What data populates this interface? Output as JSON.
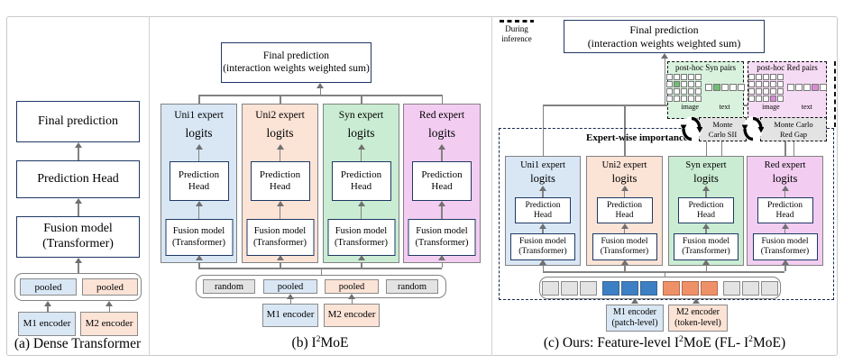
{
  "colors": {
    "navy_border": "#1f3864",
    "gray_line": "#828282",
    "blue_fill": "#d9e7f5",
    "orange_fill": "#fbe3d6",
    "green_fill": "#c9ecd2",
    "pink_fill": "#f2cdf1",
    "gray_fill": "#e3e3e3",
    "token_blue": "#3c7fc4",
    "token_orange": "#ef9168",
    "syn_highlight": "#6fbf73",
    "red_highlight": "#da8bd6"
  },
  "figure": {
    "panel_a": {
      "caption": "(a) Dense Transformer",
      "final_prediction_label": "Final prediction",
      "prediction_head_label": "Prediction Head",
      "fusion_line1": "Fusion model",
      "fusion_line2": "(Transformer)",
      "pooled_labels": [
        "pooled",
        "pooled"
      ],
      "encoder_labels": [
        "M1 encoder",
        "M2 encoder"
      ]
    },
    "panel_b": {
      "caption_parts": {
        "p1": "(b) I",
        "sup1": "2",
        "p2": "MoE"
      },
      "final_line1": "Final prediction",
      "final_line2": "(interaction weights weighted sum)",
      "experts": [
        {
          "name": "Uni1 expert",
          "logits": "logits",
          "ph1": "Prediction",
          "ph2": "Head",
          "fu1": "Fusion model",
          "fu2": "(Transformer)"
        },
        {
          "name": "Uni2 expert",
          "logits": "logits",
          "ph1": "Prediction",
          "ph2": "Head",
          "fu1": "Fusion model",
          "fu2": "(Transformer)"
        },
        {
          "name": "Syn expert",
          "logits": "logits",
          "ph1": "Prediction",
          "ph2": "Head",
          "fu1": "Fusion model",
          "fu2": "(Transformer)"
        },
        {
          "name": "Red expert",
          "logits": "logits",
          "ph1": "Prediction",
          "ph2": "Head",
          "fu1": "Fusion model",
          "fu2": "(Transformer)"
        }
      ],
      "strip_labels": [
        "random",
        "pooled",
        "pooled",
        "random"
      ],
      "encoder_labels": [
        "M1 encoder",
        "M2 encoder"
      ]
    },
    "panel_c": {
      "caption_parts": {
        "p1": "(c) Ours: Feature-level I",
        "sup1": "2",
        "p2": "MoE (FL- I",
        "sup2": "2",
        "p3": "MoE)"
      },
      "legend": {
        "line1": "During",
        "line2": "inference"
      },
      "final_line1": "Final prediction",
      "final_line2": "(interaction weights weighted sum)",
      "importance_label": "Expert-wise importance",
      "posthoc": [
        {
          "title": "post-hoc Syn pairs",
          "image_label": "image",
          "text_label": "text",
          "grid": {
            "rows": 4,
            "cols": 5,
            "highlight_row": 1,
            "highlight_col": 1,
            "highlight_color": "#6fbf73"
          },
          "text_row": {
            "cells": 5,
            "highlight_index": 1,
            "highlight_color": "#6fbf73"
          }
        },
        {
          "title": "post-hoc Red pairs",
          "image_label": "image",
          "text_label": "text",
          "grid": {
            "rows": 4,
            "cols": 5,
            "highlight_row": 3,
            "highlight_col": 3,
            "highlight_color": "#da8bd6"
          },
          "text_row": {
            "cells": 5,
            "highlight_index": 3,
            "highlight_color": "#da8bd6"
          }
        }
      ],
      "monte_carlo": [
        {
          "line1": "Monte",
          "line2": "Carlo SII"
        },
        {
          "line1": "Monte Carlo",
          "line2": "Red Gap"
        }
      ],
      "experts": [
        {
          "name": "Uni1 expert",
          "logits": "logits",
          "ph1": "Prediction",
          "ph2": "Head",
          "fu1": "Fusion model",
          "fu2": "(Transformer)"
        },
        {
          "name": "Uni2 expert",
          "logits": "logits",
          "ph1": "Prediction",
          "ph2": "Head",
          "fu1": "Fusion model",
          "fu2": "(Transformer)"
        },
        {
          "name": "Syn expert",
          "logits": "logits",
          "ph1": "Prediction",
          "ph2": "Head",
          "fu1": "Fusion model",
          "fu2": "(Transformer)"
        },
        {
          "name": "Red expert",
          "logits": "logits",
          "ph1": "Prediction",
          "ph2": "Head",
          "fu1": "Fusion model",
          "fu2": "(Transformer)"
        }
      ],
      "tokens": [
        {
          "color": "gray",
          "count": 3
        },
        {
          "color": "blue",
          "count": 3
        },
        {
          "color": "orange",
          "count": 3
        },
        {
          "color": "gray",
          "count": 3
        }
      ],
      "encoders": [
        {
          "line1": "M1 encoder",
          "line2": "(patch-level)"
        },
        {
          "line1": "M2 encoder",
          "line2": "(token-level)"
        }
      ]
    }
  }
}
